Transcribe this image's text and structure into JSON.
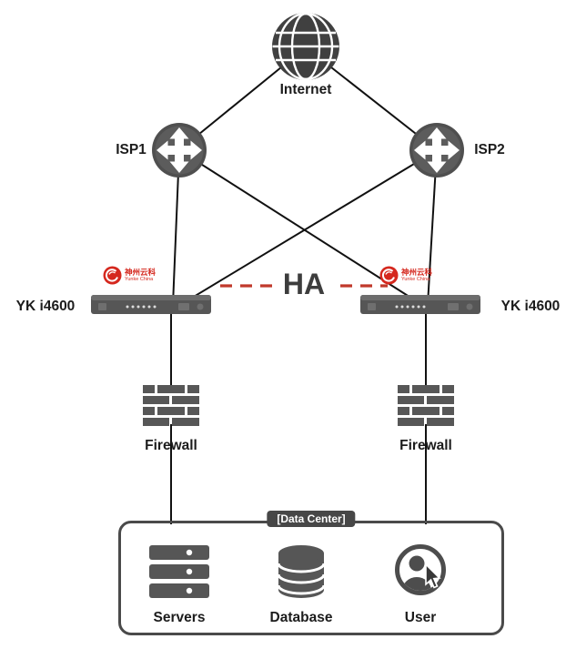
{
  "colors": {
    "line": "#111111",
    "ha": "#c0392b",
    "logo": "#d5281e",
    "node": "#565656",
    "text": "#1c1c1c"
  },
  "nodes": {
    "internet": {
      "label": "Internet"
    },
    "isp1": {
      "label": "ISP1"
    },
    "isp2": {
      "label": "ISP2"
    },
    "appliance_left": {
      "label": "YK i4600",
      "vendor_cn": "神州云科",
      "vendor_en": "Yunke China"
    },
    "appliance_right": {
      "label": "YK i4600",
      "vendor_cn": "神州云科",
      "vendor_en": "Yunke China"
    },
    "ha_link": {
      "label": "HA"
    },
    "firewall_left": {
      "label": "Firewall"
    },
    "firewall_right": {
      "label": "Firewall"
    },
    "datacenter": {
      "label": "[Data Center]"
    },
    "servers": {
      "label": "Servers"
    },
    "database": {
      "label": "Database"
    },
    "user": {
      "label": "User"
    }
  }
}
